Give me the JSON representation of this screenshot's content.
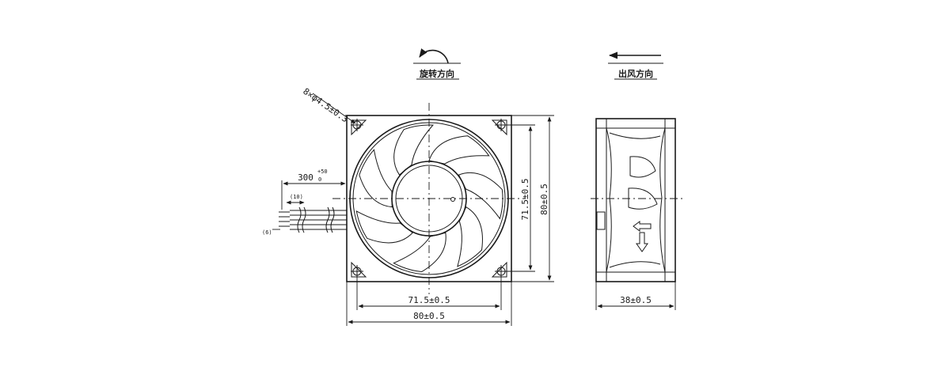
{
  "labels": {
    "rotation_direction": "旋转方向",
    "airflow_direction": "出风方向",
    "hole_spec": "8×φ4.5±0.3",
    "lead_length": "300",
    "lead_tol_upper": "+50",
    "lead_tol_lower": "0",
    "strip_length": "(10)",
    "wire_end": "(6)",
    "height_inner": "71.5±0.5",
    "height_outer": "80±0.5",
    "width_inner": "71.5±0.5",
    "width_outer": "80±0.5",
    "depth": "38±0.5"
  }
}
